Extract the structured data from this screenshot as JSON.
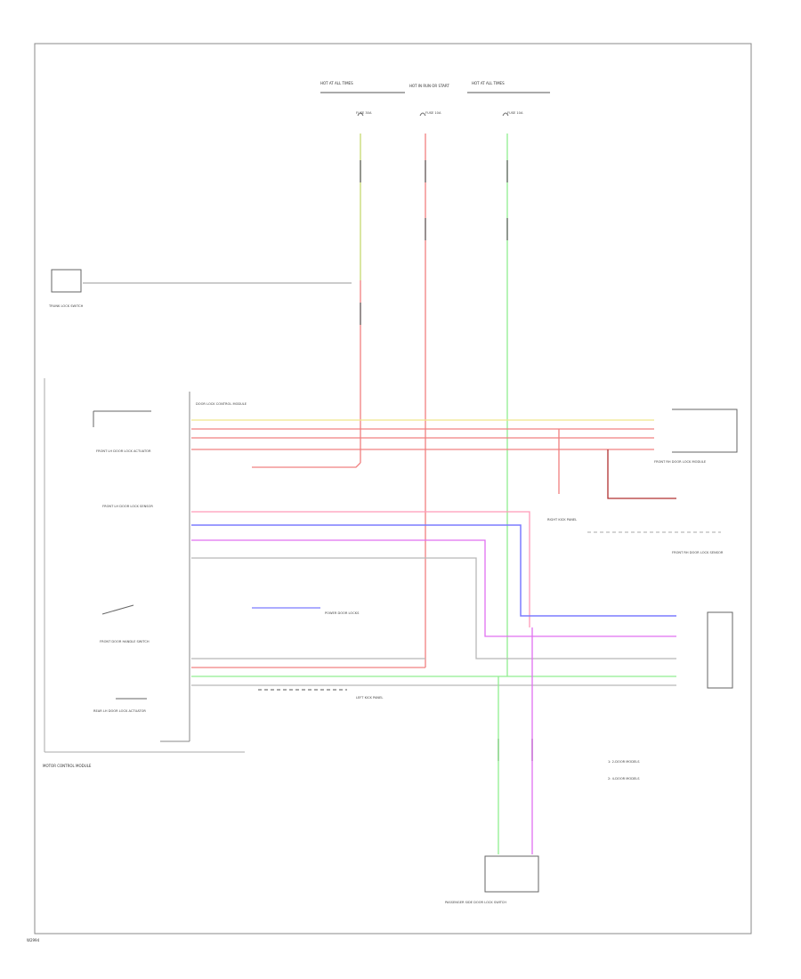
{
  "diagram": {
    "code": "W2994",
    "colors": {
      "yellow": "#f0e68c",
      "red": "#f08080",
      "pink": "#ff9ab8",
      "blue": "#7b7bff",
      "violet": "#e070f0",
      "green": "#90ee90",
      "grey": "#b8b8b8",
      "black": "#555555",
      "darkred": "#b03030"
    },
    "power": [
      {
        "title": "HOT AT ALL TIMES",
        "fuse": "FUSE 30A"
      },
      {
        "title": "HOT IN RUN OR START",
        "fuse": "FUSE 10A"
      },
      {
        "title": "HOT AT ALL TIMES",
        "fuse": "FUSE 10A"
      }
    ],
    "components": {
      "left_module": "DOOR LOCK CONTROL MODULE",
      "motor_control": "MOTOR CONTROL MODULE",
      "front_lh_lock": "FRONT LH DOOR LOCK ACTUATOR",
      "front_lh_sensor": "FRONT LH DOOR LOCK SENSOR",
      "front_lh_handle": "FRONT DOOR HANDLE SWITCH",
      "rear_lh_lock": "REAR LH DOOR LOCK ACTUATOR",
      "rh_module": "FRONT RH DOOR LOCK MODULE",
      "rh_sensor": "FRONT RH DOOR LOCK SENSOR",
      "trunk_switch": "TRUNK LOCK SWITCH",
      "bottom_switch": "PASSENGER SIDE DOOR LOCK SWITCH",
      "power_door": "POWER DOOR LOCKS",
      "right_ground": "LEFT KICK PANEL",
      "ground_mid": "RIGHT KICK PANEL"
    },
    "legend": [
      "1: 2-DOOR MODELS",
      "2: 4-DOOR MODELS"
    ]
  }
}
